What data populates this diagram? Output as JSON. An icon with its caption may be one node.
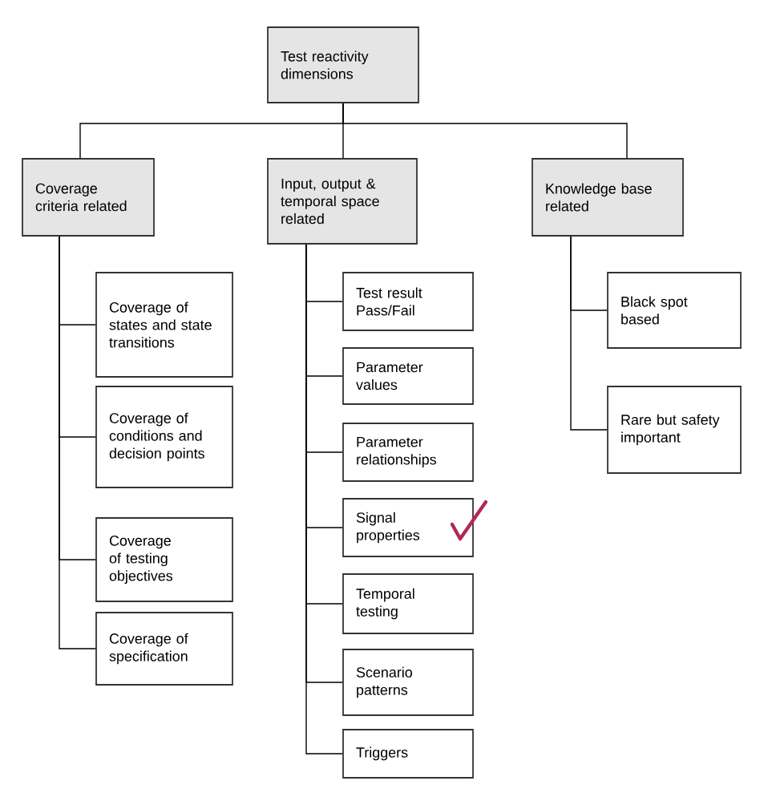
{
  "diagram": {
    "nodes": [
      {
        "text": [
          "Test reactivity dimensions"
        ]
      },
      {
        "text": [
          "Coverage criteria related"
        ]
      },
      {
        "text": [
          "Input, output & temporal space related"
        ]
      },
      {
        "text": [
          "Knowledge base related"
        ]
      },
      {
        "text": [
          "Coverage of states and state transitions"
        ]
      },
      {
        "text": [
          "Coverage of conditions and decision points"
        ]
      },
      {
        "text": [
          "Coverage of testing objectives"
        ]
      },
      {
        "text": [
          "Coverage of specification"
        ]
      },
      {
        "text": [
          "Test result Pass/Fail"
        ]
      },
      {
        "text": [
          "Parameter values"
        ]
      },
      {
        "text": [
          "Parameter relationships"
        ]
      },
      {
        "text": [
          "Signal properties"
        ]
      },
      {
        "text": [
          "Temporal testing"
        ]
      },
      {
        "text": [
          "Scenario patterns"
        ]
      },
      {
        "text": [
          "Triggers"
        ]
      },
      {
        "text": [
          "Black spot based"
        ]
      },
      {
        "text": [
          "Rare but safety important"
        ]
      }
    ],
    "edges": [
      {
        "from": 0,
        "to": 1,
        "arrow": "none"
      },
      {
        "from": 0,
        "to": 2,
        "arrow": "none"
      },
      {
        "from": 0,
        "to": 3,
        "arrow": "none"
      },
      {
        "from": 1,
        "to": 4,
        "arrow": "none"
      },
      {
        "from": 1,
        "to": 5,
        "arrow": "none"
      },
      {
        "from": 1,
        "to": 6,
        "arrow": "none"
      },
      {
        "from": 1,
        "to": 7,
        "arrow": "none"
      },
      {
        "from": 2,
        "to": 8,
        "arrow": "none"
      },
      {
        "from": 2,
        "to": 9,
        "arrow": "none"
      },
      {
        "from": 2,
        "to": 10,
        "arrow": "none"
      },
      {
        "from": 2,
        "to": 11,
        "arrow": "none"
      },
      {
        "from": 2,
        "to": 12,
        "arrow": "none"
      },
      {
        "from": 2,
        "to": 13,
        "arrow": "none"
      },
      {
        "from": 2,
        "to": 14,
        "arrow": "none"
      },
      {
        "from": 3,
        "to": 15,
        "arrow": "none"
      },
      {
        "from": 3,
        "to": 16,
        "arrow": "none"
      }
    ]
  }
}
